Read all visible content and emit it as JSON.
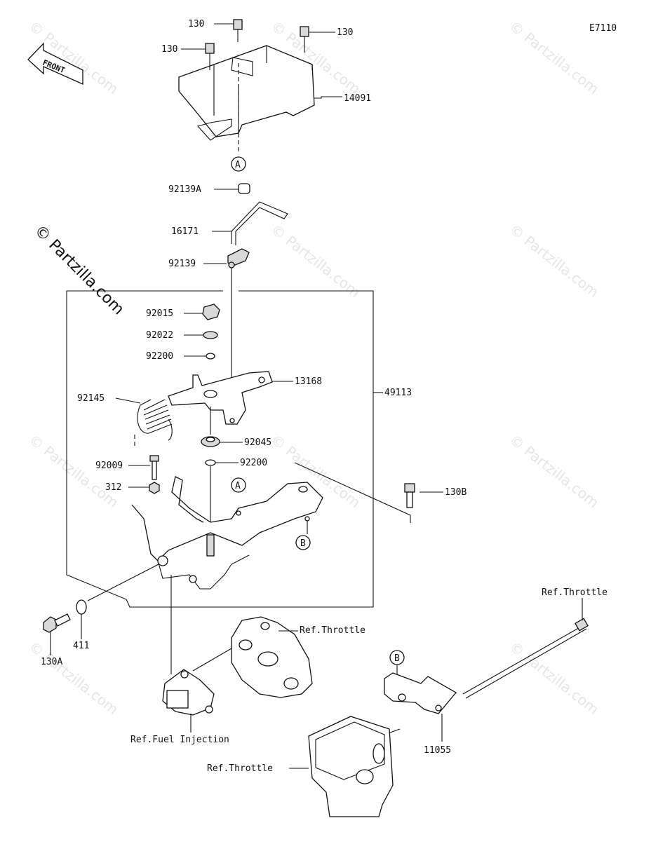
{
  "diagram_code": "E7110",
  "front_label": "FRONT",
  "watermark": "© Partzilla.com",
  "callouts": {
    "A": "A",
    "B": "B"
  },
  "labels": {
    "p130_1": "130",
    "p130_2": "130",
    "p130_3": "130",
    "p14091": "14091",
    "p92139A": "92139A",
    "p16171": "16171",
    "p92139": "92139",
    "p92015": "92015",
    "p92022": "92022",
    "p92200_1": "92200",
    "p13168": "13168",
    "p49113": "49113",
    "p92145": "92145",
    "p92045": "92045",
    "p92009": "92009",
    "p92200_2": "92200",
    "p312": "312",
    "p130B": "130B",
    "p130A": "130A",
    "p411": "411",
    "ref_throttle_1": "Ref.Throttle",
    "ref_throttle_2": "Ref.Throttle",
    "ref_throttle_3": "Ref.Throttle",
    "ref_fuel_injection": "Ref.Fuel Injection",
    "p11055": "11055"
  }
}
